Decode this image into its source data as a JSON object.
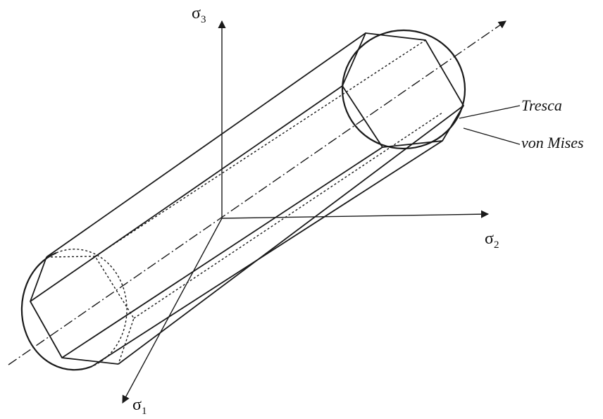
{
  "axes": {
    "sigma1": {
      "symbol": "σ",
      "subscript": "1"
    },
    "sigma2": {
      "symbol": "σ",
      "subscript": "2"
    },
    "sigma3": {
      "symbol": "σ",
      "subscript": "3"
    }
  },
  "criteria": {
    "tresca": "Tresca",
    "von_mises": "von Mises"
  }
}
